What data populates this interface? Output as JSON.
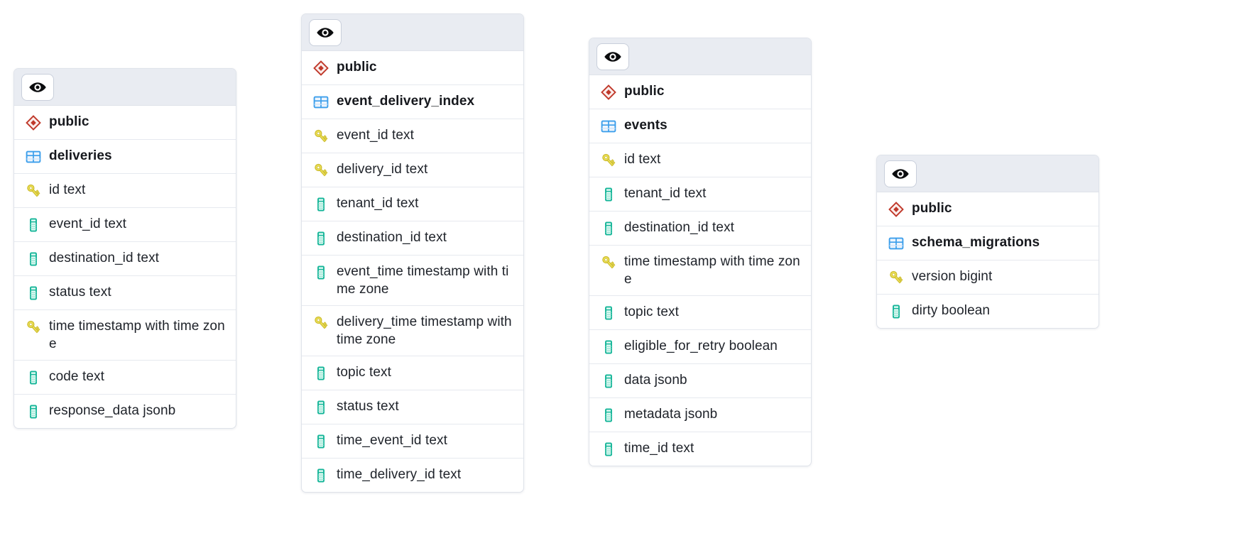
{
  "theme": {
    "page_bg": "#ffffff",
    "card_bg": "#ffffff",
    "header_bg": "#e9ecf2",
    "border": "#dfe3ea",
    "row_divider": "#e6e9ef",
    "text": "#20242b",
    "schema_icon_color": "#c0392b",
    "table_icon_color": "#3b9eeb",
    "key_icon_color": "#e8d44d",
    "column_icon_color": "#15b598"
  },
  "cards": [
    {
      "id": "deliveries",
      "header": {
        "eye_icon": "eye-icon",
        "toggle_label": ""
      },
      "schema": {
        "icon": "schema-diamond-icon",
        "label": "public"
      },
      "table": {
        "icon": "table-grid-icon",
        "label": "deliveries"
      },
      "columns": [
        {
          "icon": "key-icon",
          "label": "id text"
        },
        {
          "icon": "column-icon",
          "label": "event_id text"
        },
        {
          "icon": "column-icon",
          "label": "destination_id text"
        },
        {
          "icon": "column-icon",
          "label": "status text"
        },
        {
          "icon": "key-icon",
          "label": "time timestamp with time zone"
        },
        {
          "icon": "column-icon",
          "label": "code text"
        },
        {
          "icon": "column-icon",
          "label": "response_data jsonb"
        }
      ]
    },
    {
      "id": "event_delivery_index",
      "header": {
        "eye_icon": "eye-icon",
        "toggle_label": ""
      },
      "schema": {
        "icon": "schema-diamond-icon",
        "label": "public"
      },
      "table": {
        "icon": "table-grid-icon",
        "label": "event_delivery_index"
      },
      "columns": [
        {
          "icon": "key-icon",
          "label": "event_id text"
        },
        {
          "icon": "key-icon",
          "label": "delivery_id text"
        },
        {
          "icon": "column-icon",
          "label": "tenant_id text"
        },
        {
          "icon": "column-icon",
          "label": "destination_id text"
        },
        {
          "icon": "column-icon",
          "label": "event_time timestamp with time zone"
        },
        {
          "icon": "key-icon",
          "label": "delivery_time timestamp with time zone"
        },
        {
          "icon": "column-icon",
          "label": "topic text"
        },
        {
          "icon": "column-icon",
          "label": "status text"
        },
        {
          "icon": "column-icon",
          "label": "time_event_id text"
        },
        {
          "icon": "column-icon",
          "label": "time_delivery_id text"
        }
      ]
    },
    {
      "id": "events",
      "header": {
        "eye_icon": "eye-icon",
        "toggle_label": ""
      },
      "schema": {
        "icon": "schema-diamond-icon",
        "label": "public"
      },
      "table": {
        "icon": "table-grid-icon",
        "label": "events"
      },
      "columns": [
        {
          "icon": "key-icon",
          "label": "id text"
        },
        {
          "icon": "column-icon",
          "label": "tenant_id text"
        },
        {
          "icon": "column-icon",
          "label": "destination_id text"
        },
        {
          "icon": "key-icon",
          "label": "time timestamp with time zone"
        },
        {
          "icon": "column-icon",
          "label": "topic text"
        },
        {
          "icon": "column-icon",
          "label": "eligible_for_retry boolean"
        },
        {
          "icon": "column-icon",
          "label": "data jsonb"
        },
        {
          "icon": "column-icon",
          "label": "metadata jsonb"
        },
        {
          "icon": "column-icon",
          "label": "time_id text"
        }
      ]
    },
    {
      "id": "schema_migrations",
      "header": {
        "eye_icon": "eye-icon",
        "toggle_label": ""
      },
      "schema": {
        "icon": "schema-diamond-icon",
        "label": "public"
      },
      "table": {
        "icon": "table-grid-icon",
        "label": "schema_migrations"
      },
      "columns": [
        {
          "icon": "key-icon",
          "label": "version bigint"
        },
        {
          "icon": "column-icon",
          "label": "dirty boolean"
        }
      ]
    }
  ]
}
